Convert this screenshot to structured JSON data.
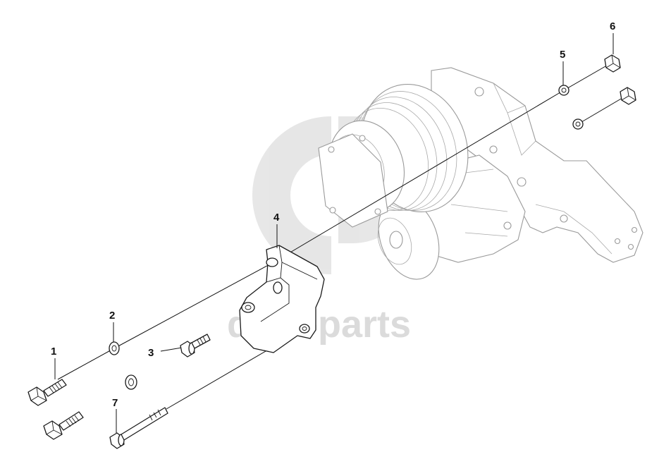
{
  "watermark": {
    "text": "data-parts",
    "color": "#bfbfbf"
  },
  "callouts": [
    {
      "id": "1",
      "label": "1"
    },
    {
      "id": "2",
      "label": "2"
    },
    {
      "id": "3",
      "label": "3"
    },
    {
      "id": "4",
      "label": "4"
    },
    {
      "id": "5",
      "label": "5"
    },
    {
      "id": "6",
      "label": "6"
    },
    {
      "id": "7",
      "label": "7"
    }
  ],
  "colors": {
    "linework": "#1a1a1a",
    "background_assembly": "#9a9a9a",
    "background": "#ffffff"
  }
}
